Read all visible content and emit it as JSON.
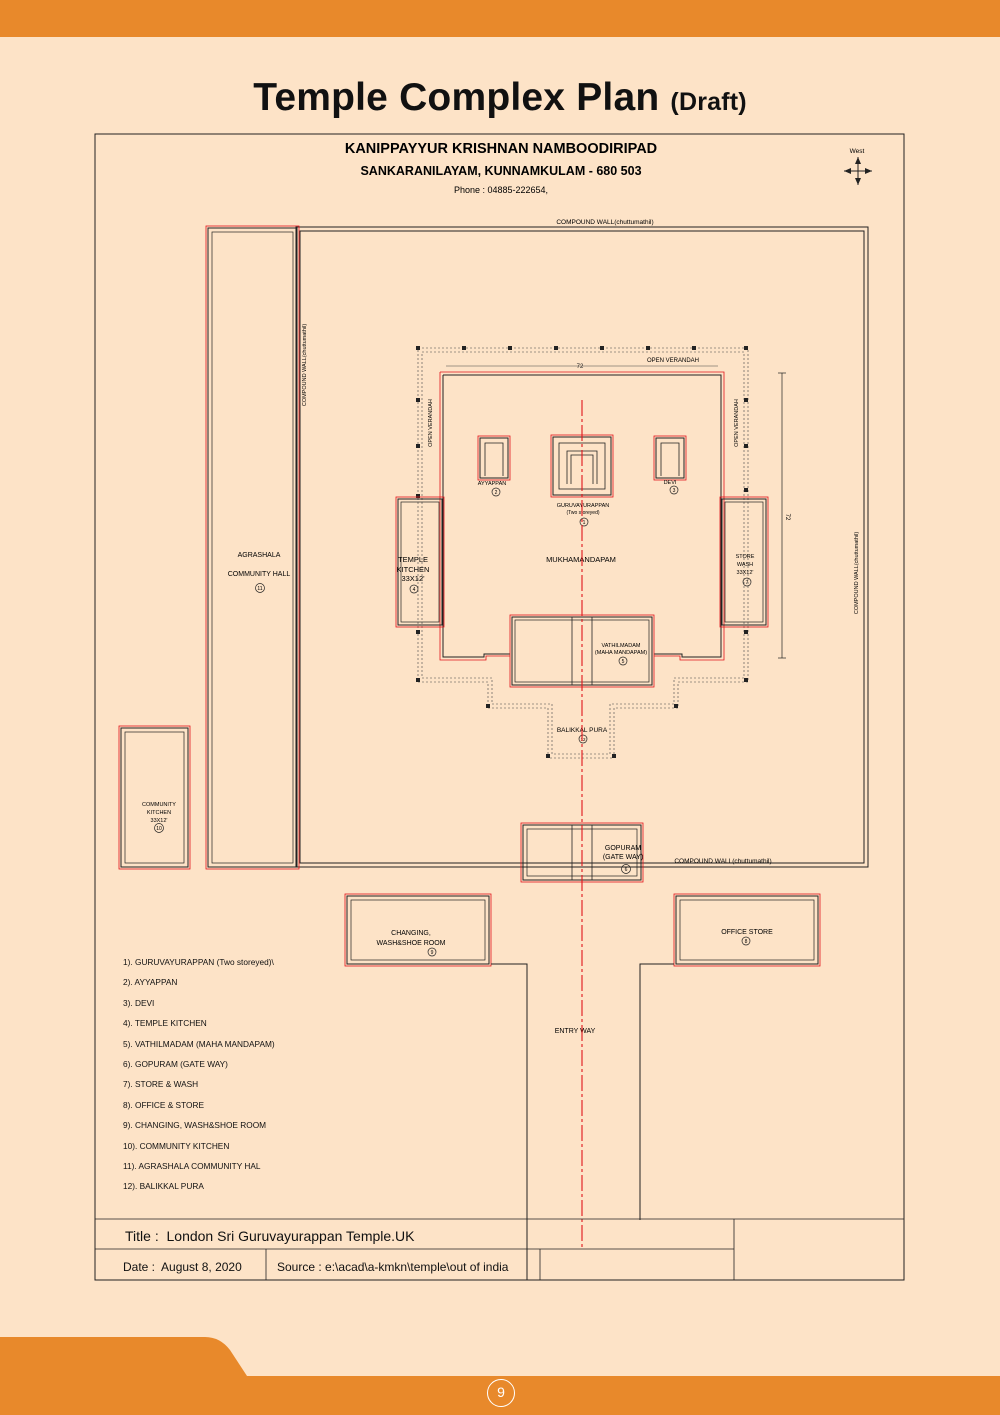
{
  "page": {
    "title": "Temple Complex Plan",
    "title_suffix": "(Draft)",
    "page_number": "9",
    "colors": {
      "band": "#e8892b",
      "paper": "#fde3c7",
      "axis": "#e0151b"
    }
  },
  "header": {
    "name": "KANIPPAYYUR KRISHNAN NAMBOODIRIPAD",
    "address": "SANKARANILAYAM, KUNNAMKULAM  - 680 503",
    "phone": "Phone : 04885-222654,"
  },
  "compass": {
    "label": "West",
    "icon": "compass-arrows-icon"
  },
  "plan_labels": {
    "compound_wall_top": "COMPOUND WALL(chuttumathil)",
    "compound_wall_left": "COMPOUND WALL(chuttumathil)",
    "compound_wall_right": "COMPOUND WALL(chuttumathil)",
    "compound_wall_bottom": "COMPOUND WALL(chuttumathil)",
    "open_verandah_top": "OPEN VERANDAH",
    "open_verandah_left": "OPEN VERANDAH",
    "open_verandah_right": "OPEN VERANDAH",
    "dim_72_top": "72",
    "dim_72_right": "72",
    "ayyappan": "AYYAPPAN",
    "ayyappan_no": "2",
    "devi": "DEVI",
    "devi_no": "3",
    "guruvayurappan": "GURUVAYURAPPAN",
    "guruvayurappan_sub": "(Two storeyed)",
    "guruvayurappan_no": "1",
    "mukhamandapam": "MUKHAMANDAPAM",
    "kitchen_1": "TEMPLE",
    "kitchen_2": "KITCHEN",
    "kitchen_3": "33X12'",
    "kitchen_no": "4",
    "store_1": "STORE",
    "store_2": "WASH",
    "store_3": "33X12'",
    "store_no": "7",
    "vathil_1": "VATHILMADAM",
    "vathil_2": "(MAHA MANDAPAM)",
    "vathil_no": "5",
    "balikkal": "BALIKKAL PURA",
    "balikkal_no": "12",
    "agrashala_1": "AGRASHALA",
    "agrashala_2": "COMMUNITY HALL",
    "agrashala_no": "11",
    "ckitchen_1": "COMMUNITY",
    "ckitchen_2": "KITCHEN",
    "ckitchen_3": "33X12'",
    "ckitchen_no": "10",
    "gopuram_1": "GOPURAM",
    "gopuram_2": "(GATE WAY)",
    "gopuram_no": "6",
    "changing_1": "CHANGING,",
    "changing_2": "WASH&SHOE  ROOM",
    "changing_no": "9",
    "office": "OFFICE STORE",
    "office_no": "8",
    "entry": "ENTRY WAY"
  },
  "legend": [
    "1). GURUVAYURAPPAN (Two storeyed)\\",
    "2). AYYAPPAN",
    "3). DEVI",
    "4). TEMPLE KITCHEN",
    "5).  VATHILMADAM (MAHA MANDAPAM)",
    "6).  GOPURAM (GATE WAY)",
    "7).  STORE & WASH",
    "8).  OFFICE & STORE",
    "9).  CHANGING, WASH&SHOE  ROOM",
    "10).  COMMUNITY  KITCHEN",
    "11).   AGRASHALA COMMUNITY HAL",
    "12).  BALIKKAL PURA"
  ],
  "title_block": {
    "title_label": "Title :",
    "title_value": "London Sri Guruvayurappan Temple.UK",
    "date_label": "Date :",
    "date_value": "August 8, 2020",
    "source_label": "Source :",
    "source_value": "e:\\acad\\a-kmkn\\temple\\out of india"
  }
}
